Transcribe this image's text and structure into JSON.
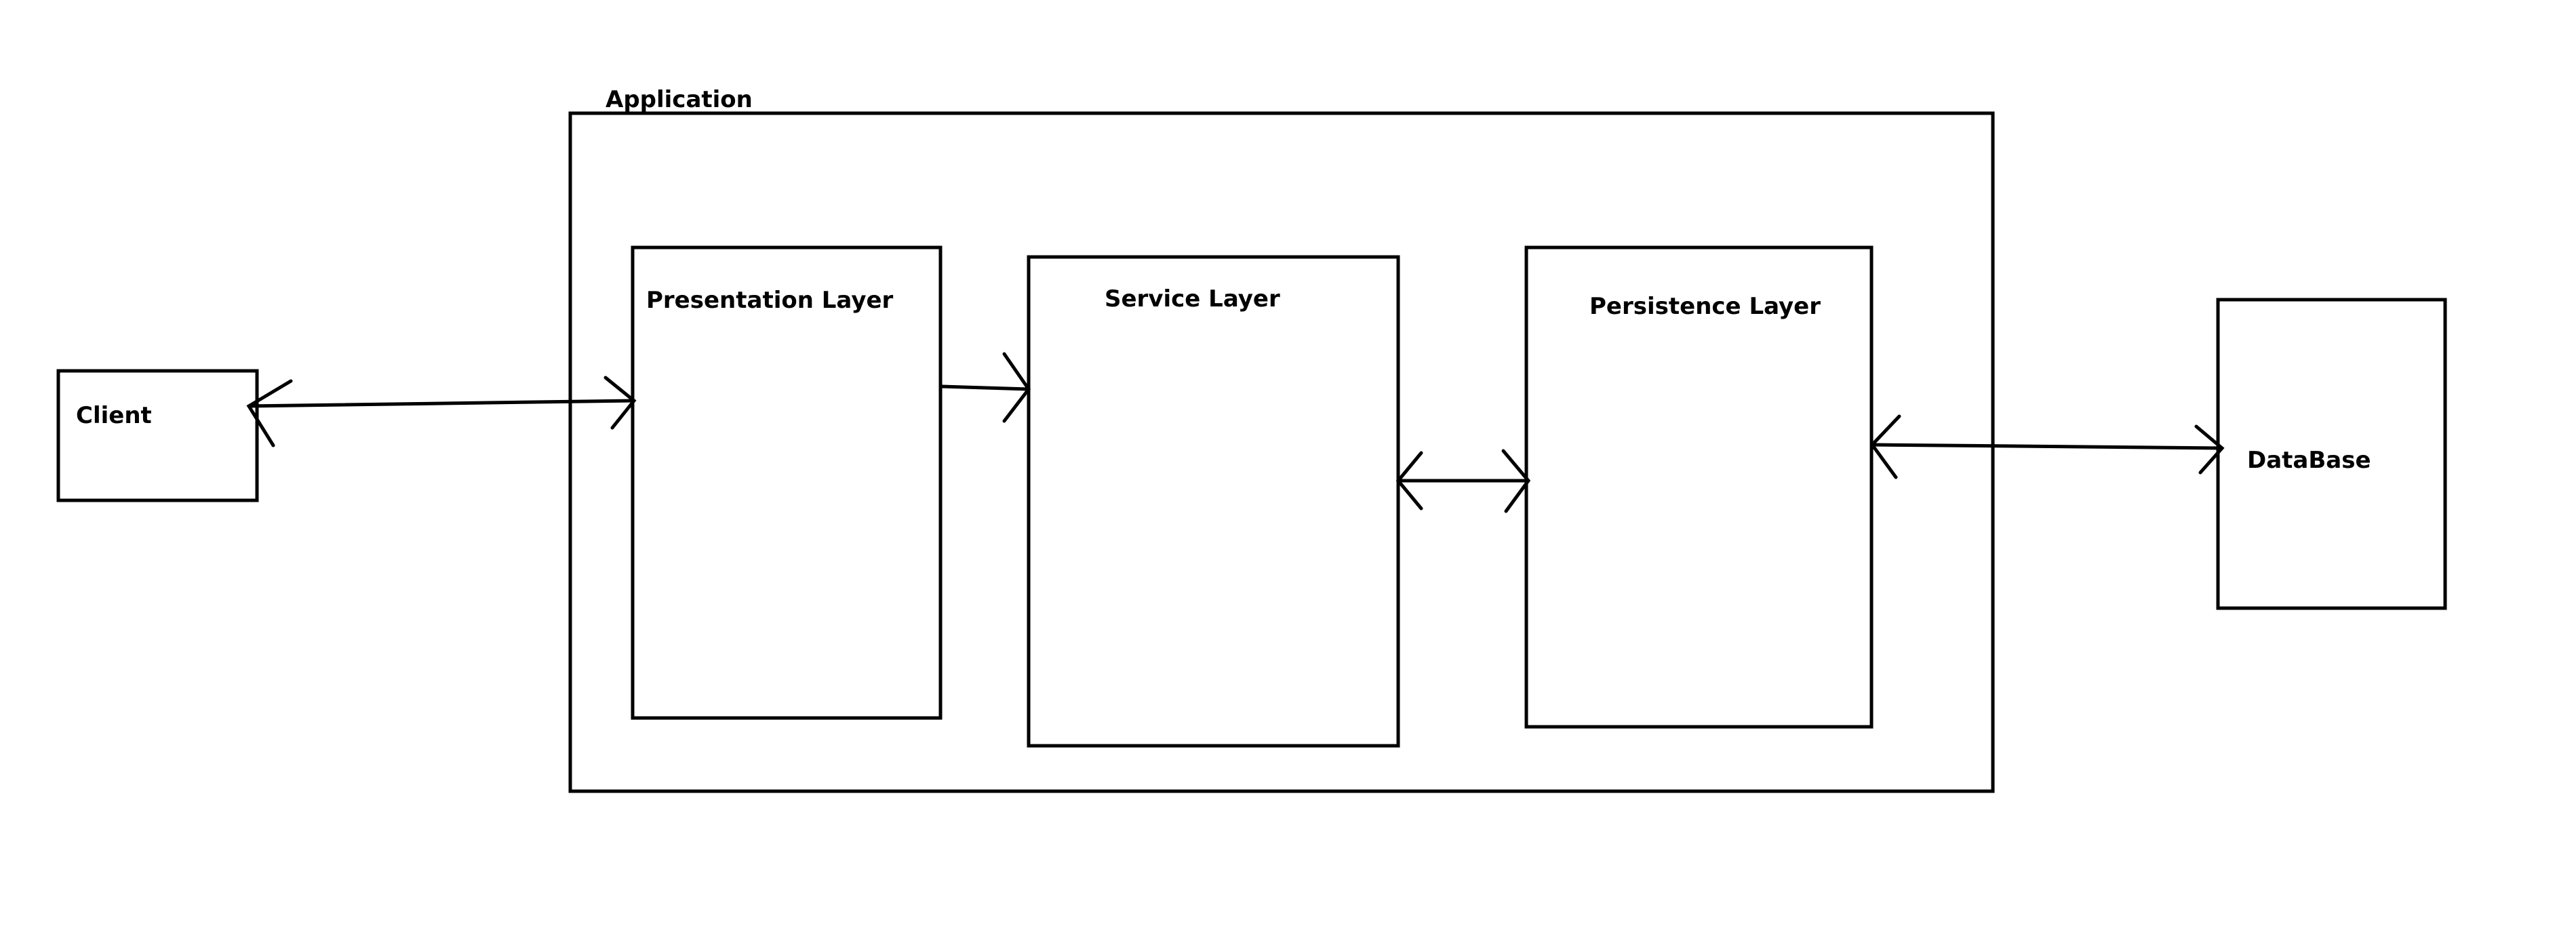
{
  "diagram": {
    "container_label": "Application",
    "nodes": {
      "client": "Client",
      "presentation": "Presentation Layer",
      "service": "Service Layer",
      "persistence": "Persistence Layer",
      "database": "DataBase"
    },
    "connections": [
      {
        "from": "Client",
        "to": "Presentation Layer",
        "direction": "bidirectional"
      },
      {
        "from": "Presentation Layer",
        "to": "Service Layer",
        "direction": "forward"
      },
      {
        "from": "Service Layer",
        "to": "Persistence Layer",
        "direction": "bidirectional"
      },
      {
        "from": "Persistence Layer",
        "to": "DataBase",
        "direction": "bidirectional"
      }
    ],
    "colors": {
      "stroke": "#000000",
      "background": "#ffffff"
    }
  }
}
